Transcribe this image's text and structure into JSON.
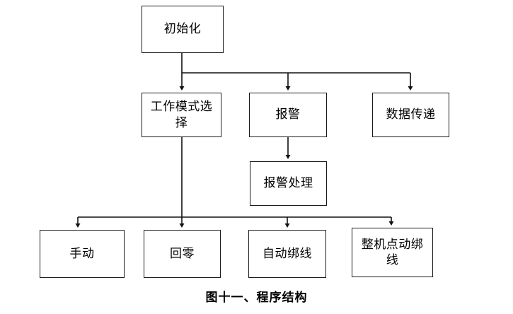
{
  "figure": {
    "caption": "图十一、程序结构",
    "line_color": "#1a1a1a",
    "box_fill": "#ffffff",
    "background": "#ffffff"
  },
  "nodes": {
    "init": {
      "label": "初始化"
    },
    "work_mode_select": {
      "label": "工作模式选择"
    },
    "alarm": {
      "label": "报警"
    },
    "data_transfer": {
      "label": "数据传递"
    },
    "alarm_handling": {
      "label": "报警处理"
    },
    "manual": {
      "label": "手动"
    },
    "return_zero": {
      "label": "回零"
    },
    "auto_bind": {
      "label": "自动绑线"
    },
    "machine_jog_bind": {
      "label": "整机点动绑线"
    }
  },
  "edges": [
    {
      "from": "初始化",
      "to": "工作模式选择"
    },
    {
      "from": "初始化",
      "to": "报警"
    },
    {
      "from": "初始化",
      "to": "数据传递"
    },
    {
      "from": "报警",
      "to": "报警处理"
    },
    {
      "from": "工作模式选择",
      "to": "手动"
    },
    {
      "from": "工作模式选择",
      "to": "回零"
    },
    {
      "from": "工作模式选择",
      "to": "自动绑线"
    },
    {
      "from": "工作模式选择",
      "to": "整机点动绑线"
    }
  ]
}
